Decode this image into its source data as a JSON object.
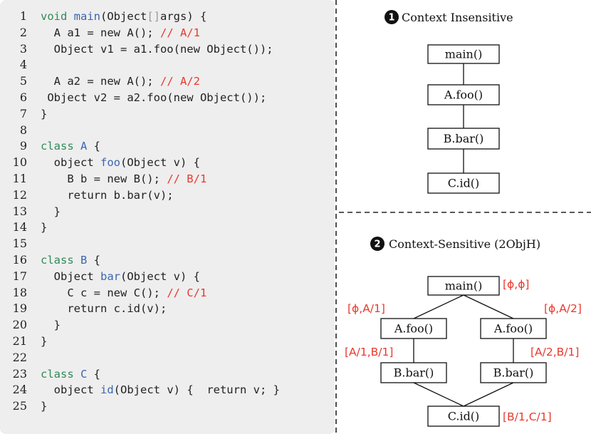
{
  "code": {
    "line_numbers": [
      "1",
      "2",
      "3",
      "4",
      "5",
      "6",
      "7",
      "8",
      "9",
      "10",
      "11",
      "12",
      "13",
      "14",
      "15",
      "16",
      "17",
      "18",
      "19",
      "20",
      "21",
      "22",
      "23",
      "24",
      "25"
    ],
    "lines": [
      [
        {
          "t": "void ",
          "c": "kw"
        },
        {
          "t": "main",
          "c": "fn"
        },
        {
          "t": "(Object",
          "c": ""
        },
        {
          "t": "[]",
          "c": "br"
        },
        {
          "t": "args) {",
          "c": ""
        }
      ],
      [
        {
          "t": "  A a1 = new A(); ",
          "c": ""
        },
        {
          "t": "// A/1",
          "c": "cm"
        }
      ],
      [
        {
          "t": "  Object v1 = a1.foo(new Object());",
          "c": ""
        }
      ],
      [],
      [
        {
          "t": "  A a2 = new A(); ",
          "c": ""
        },
        {
          "t": "// A/2",
          "c": "cm"
        }
      ],
      [
        {
          "t": " Object v2 = a2.foo(new Object());",
          "c": ""
        }
      ],
      [
        {
          "t": "}",
          "c": ""
        }
      ],
      [],
      [
        {
          "t": "class ",
          "c": "kw"
        },
        {
          "t": "A",
          "c": "fn"
        },
        {
          "t": " {",
          "c": ""
        }
      ],
      [
        {
          "t": "  object ",
          "c": ""
        },
        {
          "t": "foo",
          "c": "fn"
        },
        {
          "t": "(Object v) {",
          "c": ""
        }
      ],
      [
        {
          "t": "    B b = new B(); ",
          "c": ""
        },
        {
          "t": "// B/1",
          "c": "cm"
        }
      ],
      [
        {
          "t": "    return b.bar(v);",
          "c": ""
        }
      ],
      [
        {
          "t": "  }",
          "c": ""
        }
      ],
      [
        {
          "t": "}",
          "c": ""
        }
      ],
      [],
      [
        {
          "t": "class ",
          "c": "kw"
        },
        {
          "t": "B",
          "c": "fn"
        },
        {
          "t": " {",
          "c": ""
        }
      ],
      [
        {
          "t": "  Object ",
          "c": ""
        },
        {
          "t": "bar",
          "c": "fn"
        },
        {
          "t": "(Object v) {",
          "c": ""
        }
      ],
      [
        {
          "t": "    C c = new C(); ",
          "c": ""
        },
        {
          "t": "// C/1",
          "c": "cm"
        }
      ],
      [
        {
          "t": "    return c.id(v);",
          "c": ""
        }
      ],
      [
        {
          "t": "  }",
          "c": ""
        }
      ],
      [
        {
          "t": "}",
          "c": ""
        }
      ],
      [],
      [
        {
          "t": "class ",
          "c": "kw"
        },
        {
          "t": "C",
          "c": "fn"
        },
        {
          "t": " {",
          "c": ""
        }
      ],
      [
        {
          "t": "  object ",
          "c": ""
        },
        {
          "t": "id",
          "c": "fn"
        },
        {
          "t": "(Object v) {  return v; }",
          "c": ""
        }
      ],
      [
        {
          "t": "}",
          "c": ""
        }
      ]
    ]
  },
  "insensitive": {
    "number": "1",
    "title": "Context Insensitive",
    "nodes": [
      "main()",
      "A.foo()",
      "B.bar()",
      "C.id()"
    ]
  },
  "sensitive": {
    "number": "2",
    "title": "Context-Sensitive (2ObjH)",
    "nodes": {
      "main": "main()",
      "foo_left": "A.foo()",
      "foo_right": "A.foo()",
      "bar_left": "B.bar()",
      "bar_right": "B.bar()",
      "id": "C.id()"
    },
    "contexts": {
      "main": "[ϕ,ϕ]",
      "foo_left": "[ϕ,A/1]",
      "foo_right": "[ϕ,A/2]",
      "bar_left": "[A/1,B/1]",
      "bar_right": "[A/2,B/1]",
      "id": "[B/1,C/1]"
    }
  },
  "colors": {
    "keyword": "#2e8b57",
    "function": "#3a66b0",
    "comment": "#e8392e",
    "context": "#e8392e",
    "panel": "#eeeeee"
  }
}
